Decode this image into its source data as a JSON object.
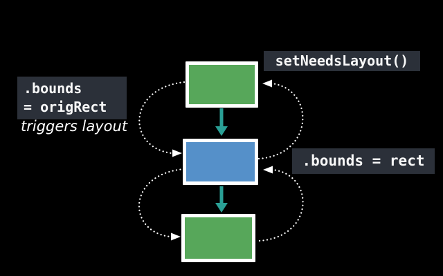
{
  "labels": {
    "set_needs_layout": "setNeedsLayout()",
    "bounds_orig_rect": ".bounds\n= origRect",
    "triggers_layout": "triggers layout",
    "bounds_rect": ".bounds = rect"
  },
  "colors": {
    "background": "#000000",
    "label_box_bg": "#2b3039",
    "label_text": "#f8f8f8",
    "node_border": "#ffffff",
    "node_green": "#57a75a",
    "node_blue": "#5590c9",
    "solid_arrow_teal": "#2aa096",
    "dotted_arrow_white": "#ffffff"
  },
  "diagram": {
    "nodes": [
      {
        "id": "top-view",
        "fill": "#57a75a"
      },
      {
        "id": "middle-view",
        "fill": "#5590c9"
      },
      {
        "id": "bottom-view",
        "fill": "#57a75a"
      }
    ],
    "solid_arrows": [
      {
        "from": "top-view",
        "to": "middle-view",
        "color": "#2aa096"
      },
      {
        "from": "middle-view",
        "to": "bottom-view",
        "color": "#2aa096"
      }
    ],
    "dotted_loops": [
      {
        "between": [
          "top-view",
          "middle-view"
        ],
        "style": "dotted-white"
      },
      {
        "between": [
          "middle-view",
          "bottom-view"
        ],
        "style": "dotted-white"
      }
    ]
  }
}
